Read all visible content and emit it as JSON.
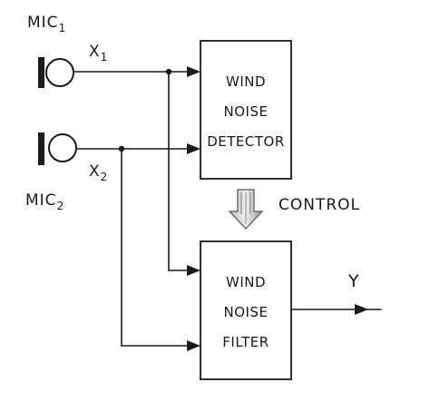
{
  "microphones": [
    {
      "label": "MIC",
      "subscript": "1",
      "signal": "X",
      "signal_subscript": "1"
    },
    {
      "label": "MIC",
      "subscript": "2",
      "signal": "X",
      "signal_subscript": "2"
    }
  ],
  "detector": {
    "lines": [
      "WIND",
      "NOISE",
      "DETECTOR"
    ]
  },
  "filter": {
    "lines": [
      "WIND",
      "NOISE",
      "FILTER"
    ]
  },
  "control": {
    "label": "CONTROL"
  },
  "output": {
    "label": "Y"
  }
}
